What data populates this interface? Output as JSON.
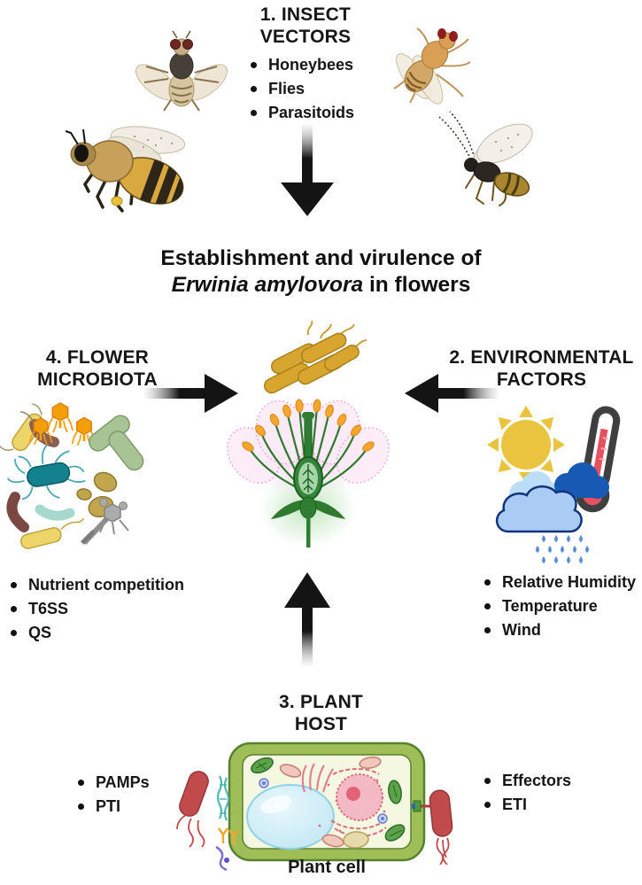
{
  "title": {
    "line1": "Establishment and virulence of",
    "species_italic": "Erwinia amylovora",
    "line2_rest": " in flowers"
  },
  "sections": {
    "insect_vectors": {
      "heading": "1. INSECT\nVECTORS",
      "bullets": [
        "Honeybees",
        "Flies",
        "Parasitoids"
      ]
    },
    "environmental_factors": {
      "heading": "2. ENVIRONMENTAL\nFACTORS",
      "bullets": [
        "Relative Humidity",
        "Temperature",
        "Wind"
      ]
    },
    "plant_host": {
      "heading": "3. PLANT\nHOST",
      "bullets_left": [
        "PAMPs",
        "PTI"
      ],
      "bullets_right": [
        "Effectors",
        "ETI"
      ],
      "cell_label": "Plant cell"
    },
    "flower_microbiota": {
      "heading": "4. FLOWER\nMICROBIOTA",
      "bullets": [
        "Nutrient competition",
        "T6SS",
        "QS"
      ]
    }
  },
  "icons": {
    "bullet": "filled-black-circle",
    "arrows": "black-arrows-with-gradient-tails-pointing-to-center",
    "insects": [
      "fly",
      "fruit-fly",
      "honeybee",
      "parasitoid-wasp"
    ],
    "center": [
      "erwinia-bacteria-cluster",
      "flower-cross-section"
    ],
    "left_illustration": "mixed-microbes-and-bacteriophages",
    "right_illustration": [
      "sun",
      "clouds",
      "rain",
      "thermometer"
    ],
    "bottom_illustration": [
      "plant-cell",
      "red-bacterium-left",
      "red-bacterium-right"
    ]
  },
  "colors": {
    "text": "#161616",
    "arrow": "#141414",
    "erwinia_yellow": "#D8A62E",
    "flower_pink": "#F6CEE9",
    "flower_green": "#2E7D32",
    "anther_orange": "#F5A62B",
    "phage_orange": "#F59E0B",
    "microbe_teal": "#14818F",
    "sun_yellow": "#EAC33F",
    "cloud_light_blue": "#AACCF4",
    "cloud_dark_blue": "#1859B4",
    "thermometer_red": "#E6505F",
    "rain_blue": "#5B8DD9",
    "cell_wall_green": "#9FBE58",
    "cell_interior": "#F5F8E0",
    "vacuole_blue": "#CDEDF7",
    "nucleus_pink": "#F3B9C4",
    "pathogen_red": "#C14B4B"
  }
}
